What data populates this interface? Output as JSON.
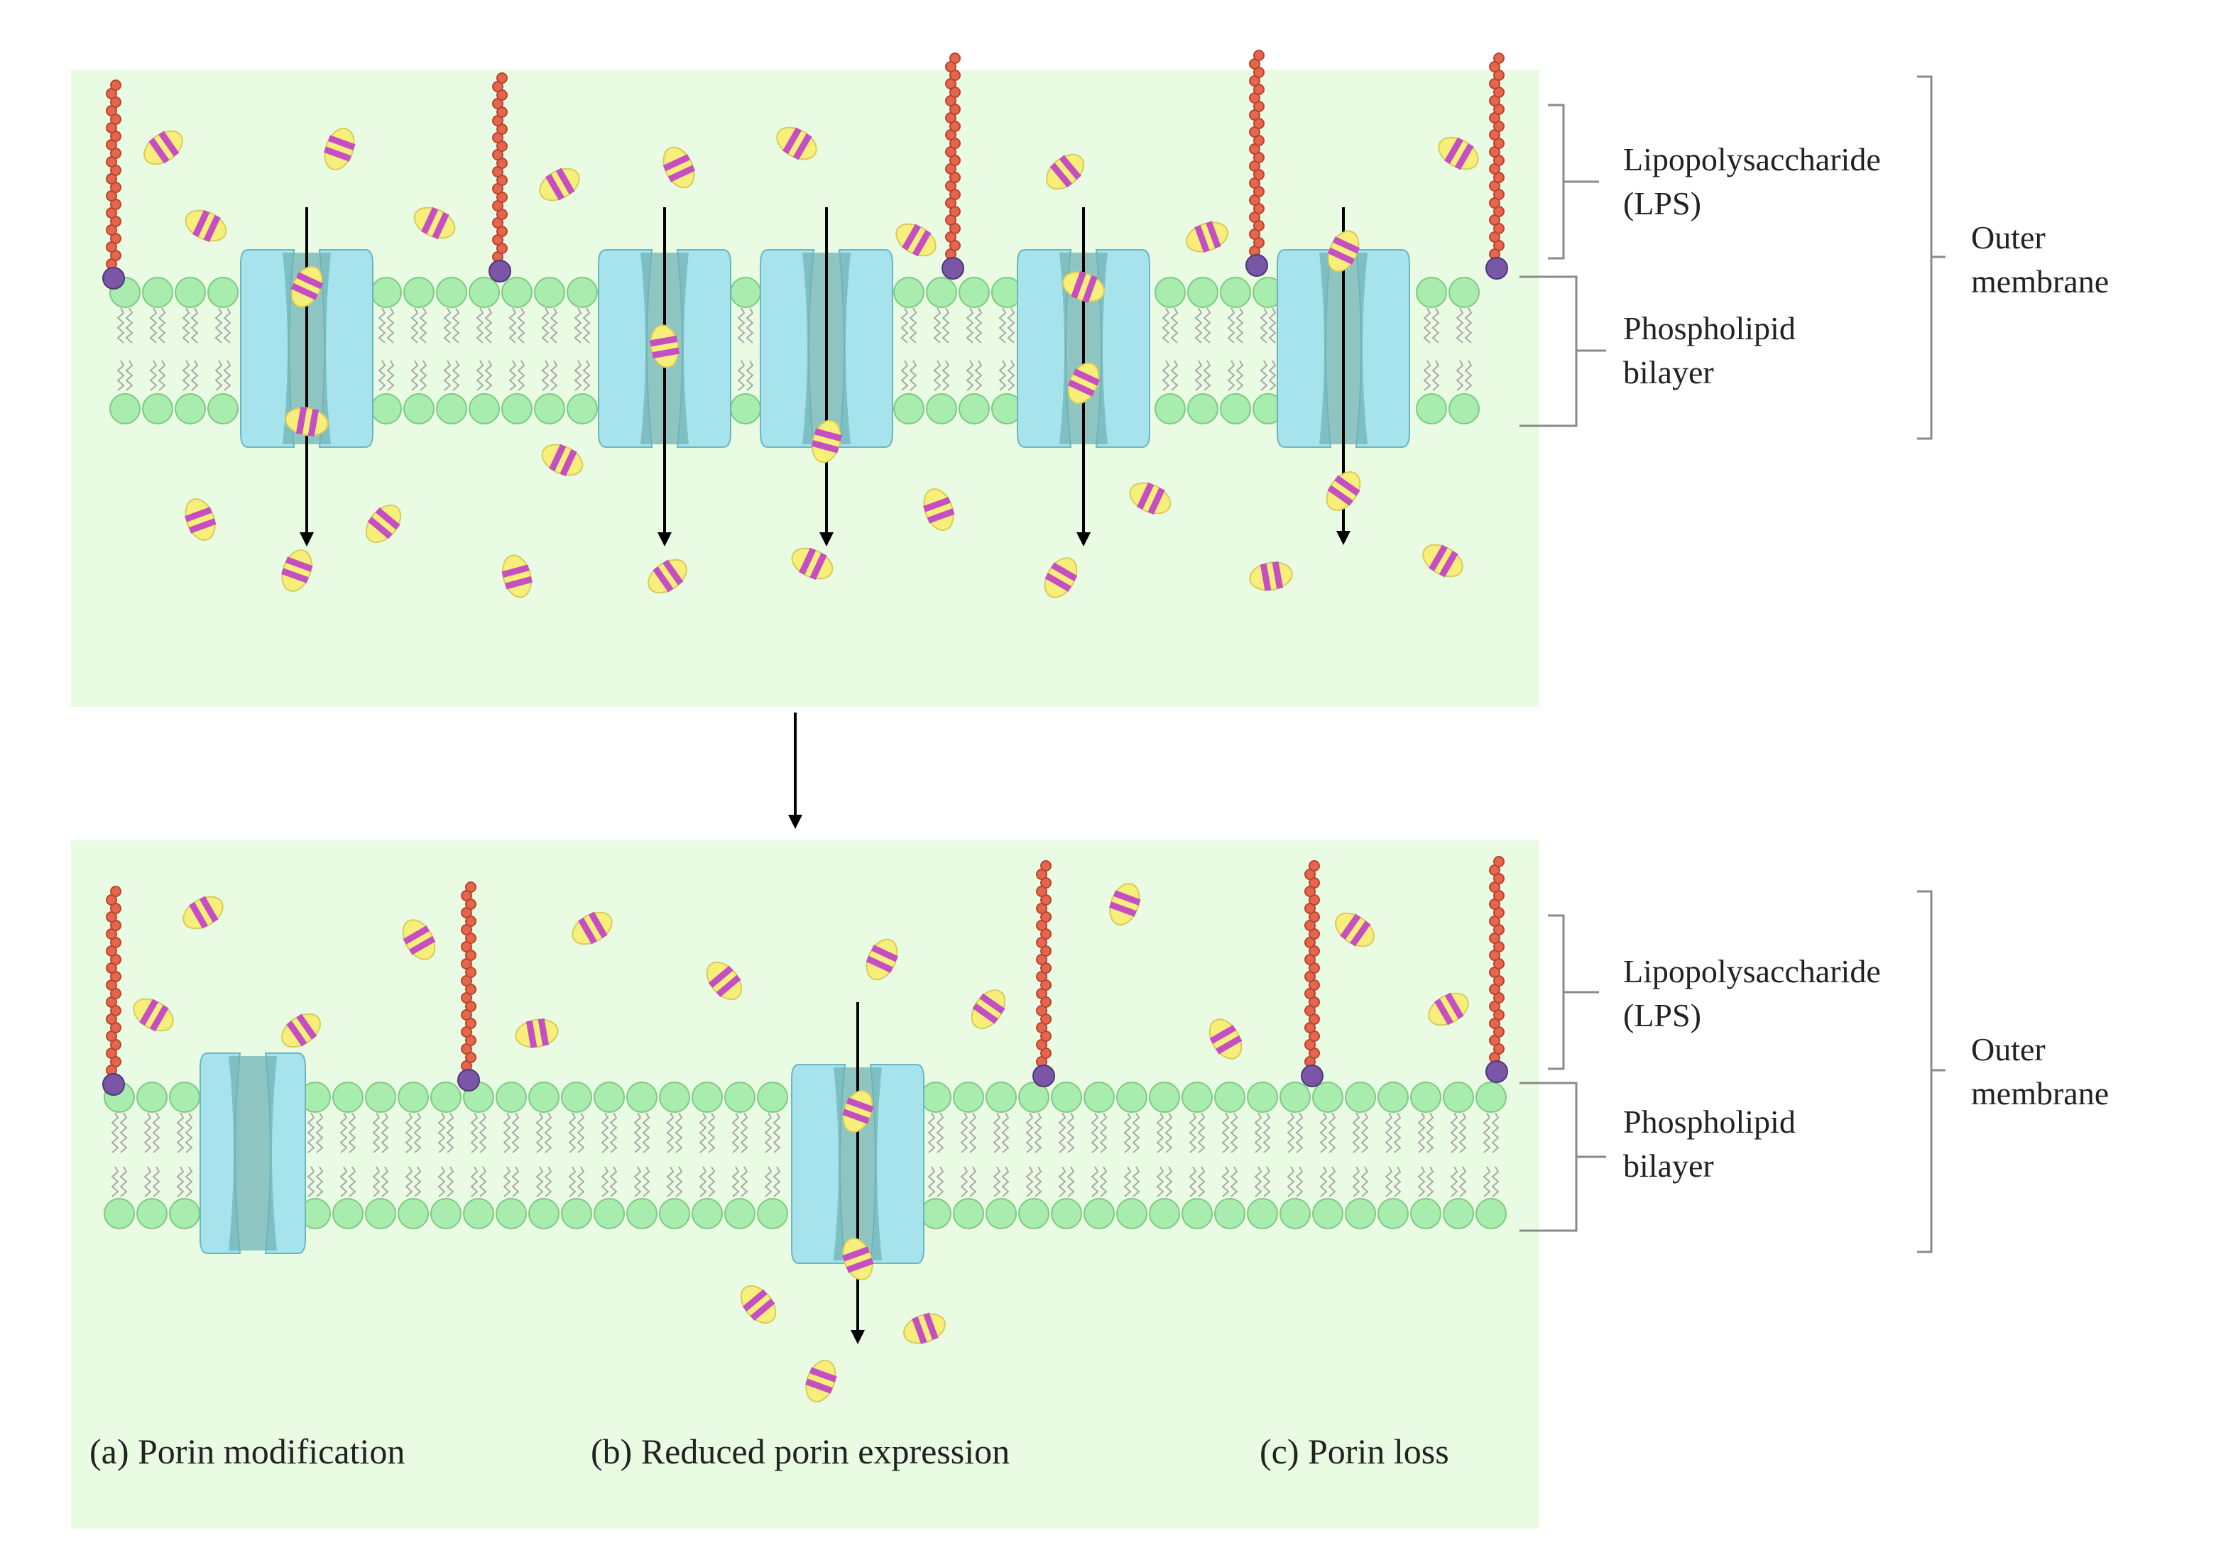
{
  "figure": {
    "panel_colour": "#e9fbe2",
    "head_colour": "#a8ecae",
    "lps_chain_colour": "#e5664c",
    "lps_anchor_colour": "#7a56a6",
    "porin_colour": "#a6e3ec",
    "porin_channel_colour": "#6fb3b5",
    "antibiotic_colour": "#f7ef7a",
    "antibiotic_stripe_colour": "#c44ec2"
  },
  "top_panel": {
    "labels": {
      "lps_line1": "Lipopolysaccharide",
      "lps_line2": "(LPS)",
      "bilayer_line1": "Phospholipid",
      "bilayer_line2": "bilayer",
      "outer_line1": "Outer",
      "outer_line2": "membrane"
    }
  },
  "bottom_panel": {
    "labels": {
      "lps_line1": "Lipopolysaccharide",
      "lps_line2": "(LPS)",
      "bilayer_line1": "Phospholipid",
      "bilayer_line2": "bilayer",
      "outer_line1": "Outer",
      "outer_line2": "membrane"
    },
    "captions": {
      "a": "(a) Porin modification",
      "b": "(b) Reduced porin expression",
      "c": "(c) Porin loss"
    }
  }
}
